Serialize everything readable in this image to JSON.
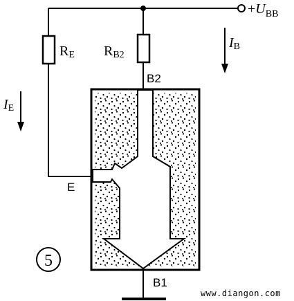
{
  "supply": {
    "sign": "+",
    "symbol": "U",
    "subscript": "BB"
  },
  "resistors": {
    "re": {
      "symbol": "R",
      "subscript": "E"
    },
    "rb2": {
      "symbol": "R",
      "subscript": "B2"
    }
  },
  "terminals": {
    "b2": "B2",
    "b1": "B1",
    "e": "E"
  },
  "currents": {
    "ib": {
      "symbol": "I",
      "subscript": "B"
    },
    "ie": {
      "symbol": "I",
      "subscript": "E"
    }
  },
  "figure_number": "5",
  "watermark": "www.diangon.com",
  "colors": {
    "ink": "#000000",
    "background": "#ffffff"
  }
}
